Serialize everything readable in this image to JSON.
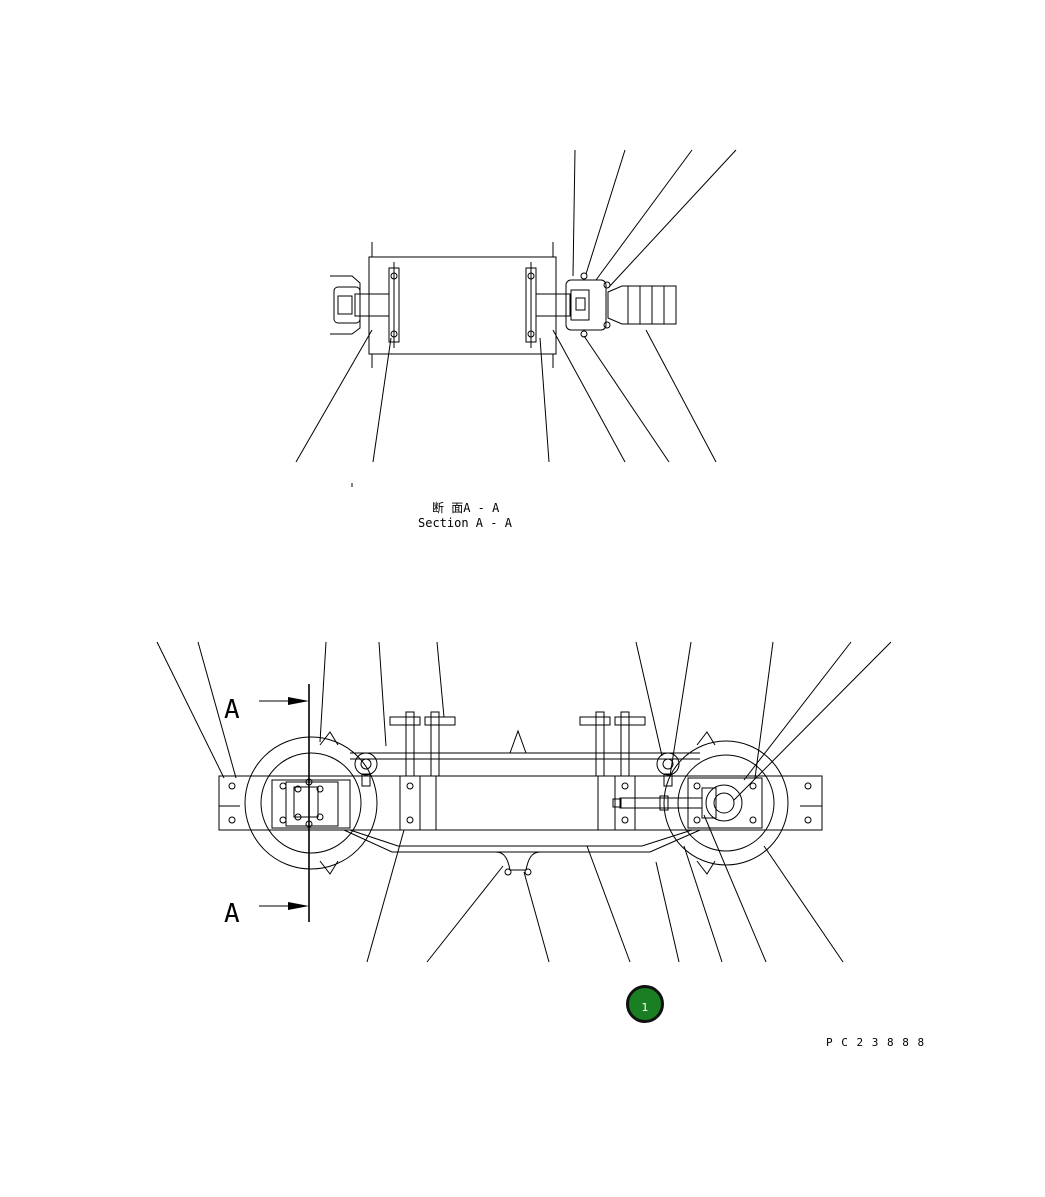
{
  "section_view": {
    "title_jp": "断 面A - A",
    "title_en": "Section A - A"
  },
  "main_view": {
    "section_mark_letter": "A",
    "section_mark_letter_2": "A"
  },
  "drawing_number": "P C 2 3 8 8 8",
  "callout_badge": {
    "label": "1",
    "color": "#1a7f22"
  }
}
